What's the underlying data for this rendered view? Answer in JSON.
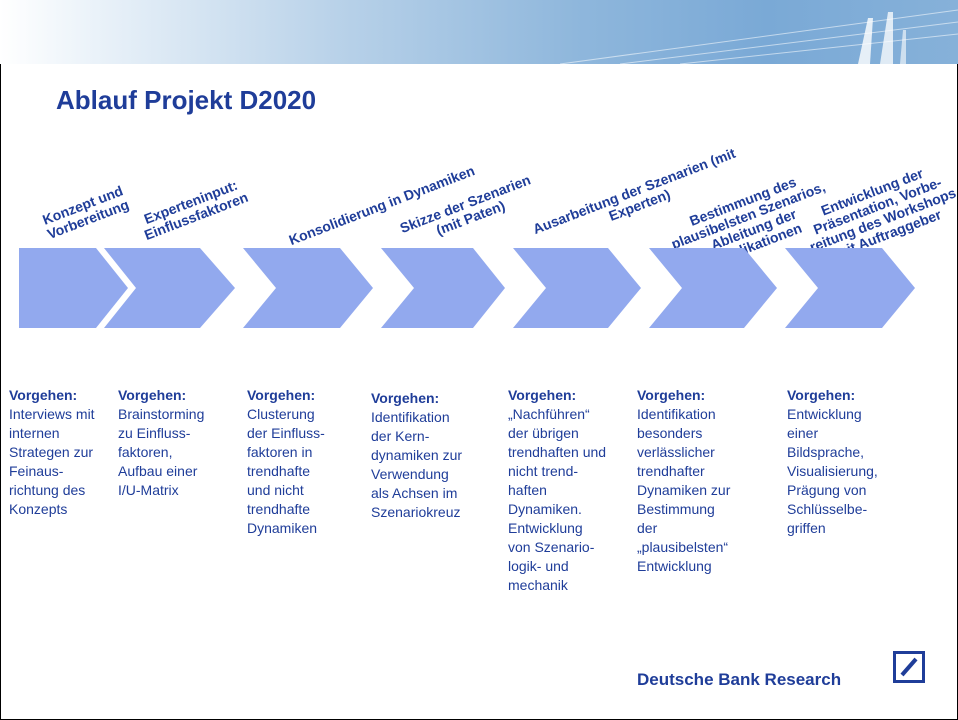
{
  "title": "Ablauf Projekt D2020",
  "phases": [
    {
      "label": [
        "Konzept und",
        "Vorbereitung"
      ]
    },
    {
      "label": [
        "Experteninput:",
        "Einflussfaktoren"
      ]
    },
    {
      "label": [
        "Konsolidierung in Dynamiken"
      ]
    },
    {
      "label": [
        "Skizze der Szenarien",
        "(mit Paten)"
      ]
    },
    {
      "label": [
        "Ausarbeitung der Szenarien (mit",
        "Experten)"
      ]
    },
    {
      "label": [
        "Bestimmung des",
        "plausibelsten Szenarios,",
        "Ableitung der",
        "Implikationen"
      ]
    },
    {
      "label": [
        "Entwicklung der",
        "Präsentation, Vorbe-",
        "reitung des Workshops",
        "mit Auftraggeber"
      ]
    }
  ],
  "steps": [
    {
      "heading": "Vorgehen:",
      "lines": [
        "Interviews mit",
        "internen",
        "Strategen zur",
        "Feinaus-",
        "richtung des",
        "Konzepts"
      ]
    },
    {
      "heading": "Vorgehen:",
      "lines": [
        "Brainstorming",
        "zu Einfluss-",
        "faktoren,",
        "Aufbau einer",
        "I/U-Matrix"
      ]
    },
    {
      "heading": "Vorgehen:",
      "lines": [
        "Clusterung",
        "der Einfluss-",
        "faktoren in",
        "trendhafte",
        "und nicht",
        "trendhafte",
        "Dynamiken"
      ]
    },
    {
      "heading": "Vorgehen:",
      "lines": [
        "Identifikation",
        "der Kern-",
        "dynamiken zur",
        "Verwendung",
        "als Achsen im",
        "Szenariokreuz"
      ]
    },
    {
      "heading": "Vorgehen:",
      "lines": [
        "„Nachführen“",
        "der übrigen",
        "trendhaften und",
        "nicht trend-",
        "haften",
        "Dynamiken.",
        "Entwicklung",
        "von Szenario-",
        "logik- und",
        "mechanik"
      ]
    },
    {
      "heading": "Vorgehen:",
      "lines": [
        "Identifikation",
        "besonders",
        "verlässlicher",
        "trendhafter",
        "Dynamiken zur",
        "Bestimmung",
        "der",
        "„plausibelsten“",
        "Entwicklung"
      ]
    },
    {
      "heading": "Vorgehen:",
      "lines": [
        "Entwicklung",
        "einer",
        "Bildsprache,",
        "Visualisierung,",
        "Prägung von",
        "Schlüsselbe-",
        "griffen"
      ]
    }
  ],
  "logo": {
    "text": "Deutsche Bank Research"
  },
  "colors": {
    "accent": "#1f3d99",
    "arrow": "#92a9ee"
  }
}
